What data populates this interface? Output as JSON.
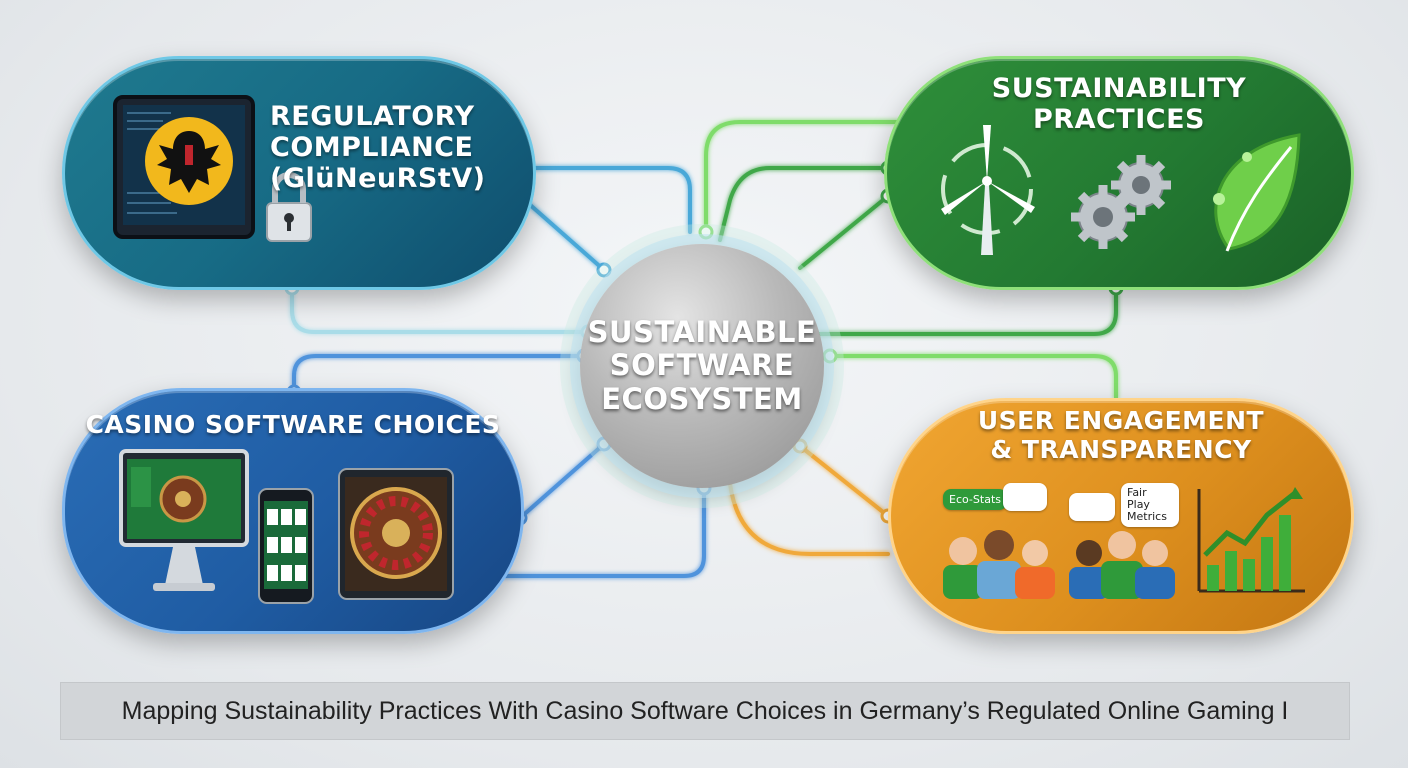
{
  "center": {
    "title_lines": [
      "SUSTAINABLE",
      "SOFTWARE",
      "ECOSYSTEM"
    ]
  },
  "nodes": {
    "regulatory": {
      "title_lines": [
        "REGULATORY",
        "COMPLIANCE",
        "(GlüNeuRStV)"
      ],
      "color": "#176b85"
    },
    "sustainability": {
      "title_lines": [
        "SUSTAINABILITY",
        "PRACTICES"
      ],
      "color": "#237a32"
    },
    "casino": {
      "title": "CASINO SOFTWARE CHOICES",
      "color": "#1f5ca3"
    },
    "user": {
      "title_lines": [
        "USER ENGAGEMENT",
        "& TRANSPARENCY"
      ],
      "color": "#dd8f1e",
      "bubbles": [
        "Eco-Stats",
        "Fair Play Metrics"
      ]
    }
  },
  "icons": [
    "tablet-eagle-icon",
    "padlock-icon",
    "wind-turbine-icon",
    "gears-icon",
    "leaf-icon",
    "desktop-roulette-icon",
    "phone-slots-icon",
    "tablet-roulette-icon",
    "people-icon",
    "growth-chart-icon"
  ],
  "caption": "Mapping Sustainability Practices With Casino Software Choices in Germany’s Regulated Online Gaming I"
}
